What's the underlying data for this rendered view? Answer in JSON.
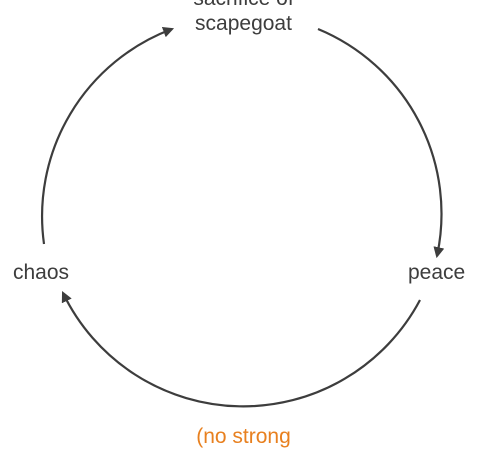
{
  "nodes": {
    "top": {
      "line1": "sacrifice of",
      "line2": "scapegoat"
    },
    "right": {
      "label": "peace"
    },
    "left": {
      "label": "chaos"
    },
    "bottom": {
      "label": "(no strong"
    }
  },
  "colors": {
    "text": "#3d3d3d",
    "arrow": "#3d3d3d",
    "accent": "#e8801f"
  }
}
